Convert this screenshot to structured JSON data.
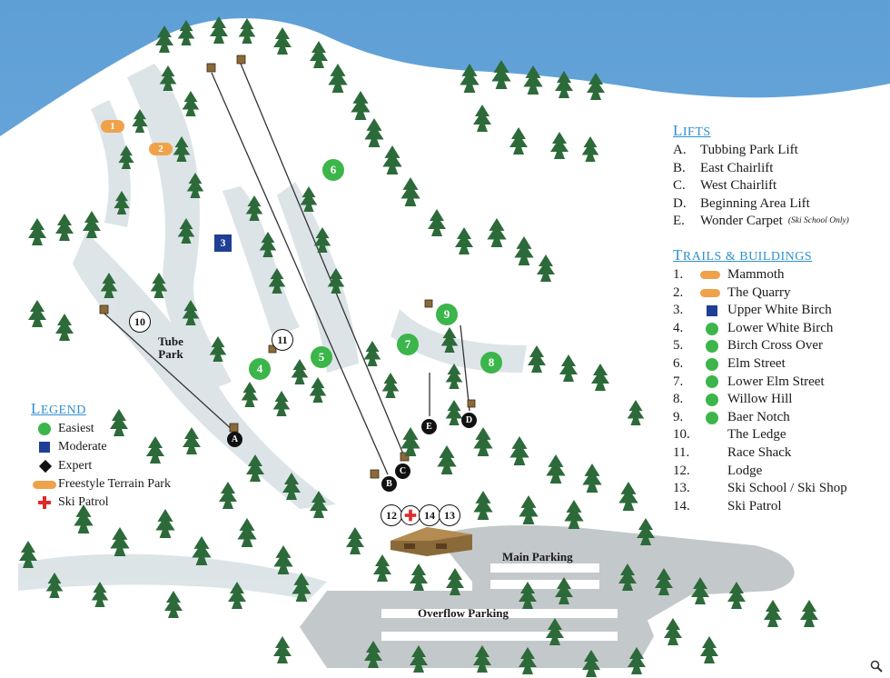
{
  "colors": {
    "sky": "#6aa9db",
    "snow": "#ffffff",
    "trail_shade": "#d7e0e4",
    "tree": "#2d6a3a",
    "easiest": "#3cb54a",
    "moderate": "#1f3f95",
    "terrain_park": "#f0a24b",
    "ski_patrol": "#e02a2a",
    "panel_title": "#2f8fcf",
    "parking": "#c3c8cb"
  },
  "lifts_panel": {
    "title": "Lifts",
    "items": [
      {
        "key": "A.",
        "name": "Tubbing Park Lift",
        "note": ""
      },
      {
        "key": "B.",
        "name": "East Chairlift",
        "note": ""
      },
      {
        "key": "C.",
        "name": "West Chairlift",
        "note": ""
      },
      {
        "key": "D.",
        "name": "Beginning Area Lift",
        "note": ""
      },
      {
        "key": "E.",
        "name": "Wonder Carpet",
        "note": "(Ski School Only)"
      }
    ]
  },
  "trails_panel": {
    "title": "Trails & Buildings",
    "items": [
      {
        "key": "1.",
        "symbol": "pill-orange",
        "name": "Mammoth"
      },
      {
        "key": "2.",
        "symbol": "pill-orange",
        "name": "The Quarry"
      },
      {
        "key": "3.",
        "symbol": "square-blue",
        "name": "Upper White Birch"
      },
      {
        "key": "4.",
        "symbol": "circle-green",
        "name": "Lower White Birch"
      },
      {
        "key": "5.",
        "symbol": "circle-green",
        "name": "Birch Cross Over"
      },
      {
        "key": "6.",
        "symbol": "circle-green",
        "name": "Elm Street"
      },
      {
        "key": "7.",
        "symbol": "circle-green",
        "name": "Lower Elm Street"
      },
      {
        "key": "8.",
        "symbol": "circle-green",
        "name": "Willow Hill"
      },
      {
        "key": "9.",
        "symbol": "circle-green",
        "name": "Baer Notch"
      },
      {
        "key": "10.",
        "symbol": "",
        "name": "The Ledge"
      },
      {
        "key": "11.",
        "symbol": "",
        "name": "Race Shack"
      },
      {
        "key": "12.",
        "symbol": "",
        "name": "Lodge"
      },
      {
        "key": "13.",
        "symbol": "",
        "name": "Ski School / Ski Shop"
      },
      {
        "key": "14.",
        "symbol": "",
        "name": "Ski Patrol"
      }
    ]
  },
  "legend": {
    "title": "Legend",
    "items": [
      {
        "symbol": "circle-green",
        "label": "Easiest"
      },
      {
        "symbol": "square-blue",
        "label": "Moderate"
      },
      {
        "symbol": "diamond-black",
        "label": "Expert"
      },
      {
        "symbol": "pill-orange",
        "label": "Freestyle Terrain Park"
      },
      {
        "symbol": "red-cross",
        "label": "Ski Patrol"
      }
    ]
  },
  "map_labels": {
    "tube_park": "Tube Park",
    "main_parking": "Main Parking",
    "overflow_parking": "Overflow Parking"
  },
  "markers": {
    "trails": {
      "t1": "1",
      "t2": "2",
      "t3": "3",
      "t4": "4",
      "t5": "5",
      "t6": "6",
      "t7": "7",
      "t8": "8",
      "t9": "9"
    },
    "buildings": {
      "b10": "10",
      "b11": "11",
      "b12": "12",
      "b13": "13",
      "b14": "14"
    },
    "lifts": {
      "A": "A",
      "B": "B",
      "C": "C",
      "D": "D",
      "E": "E"
    }
  },
  "icons": {
    "zoom": "magnifier-icon",
    "patrol_marker": "red-cross-icon"
  }
}
